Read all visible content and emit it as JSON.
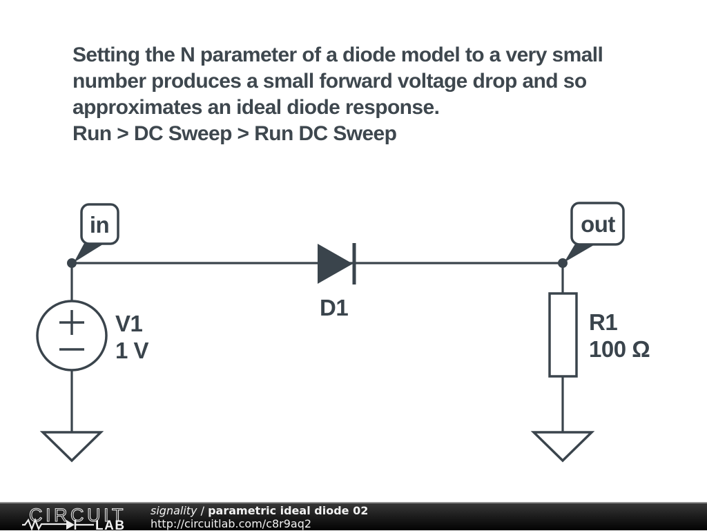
{
  "description": {
    "lines": [
      "Setting the N parameter of a diode model to a very small",
      "number produces a small forward voltage drop and so",
      "approximates an ideal diode response.",
      "Run > DC Sweep > Run DC Sweep"
    ]
  },
  "schematic": {
    "nodes": {
      "in": "in",
      "out": "out"
    },
    "voltage_source": {
      "ref": "V1",
      "value": "1 V"
    },
    "diode": {
      "ref": "D1"
    },
    "resistor": {
      "ref": "R1",
      "value": "100 Ω"
    },
    "ink_color": "#3a444c"
  },
  "footer": {
    "logo_top": "CIRCUIT",
    "logo_bottom": "LAB",
    "author": "signality",
    "separator": " / ",
    "title": "parametric ideal diode 02",
    "url": "http://circuitlab.com/c8r9aq2",
    "bar_color": "#141414"
  }
}
